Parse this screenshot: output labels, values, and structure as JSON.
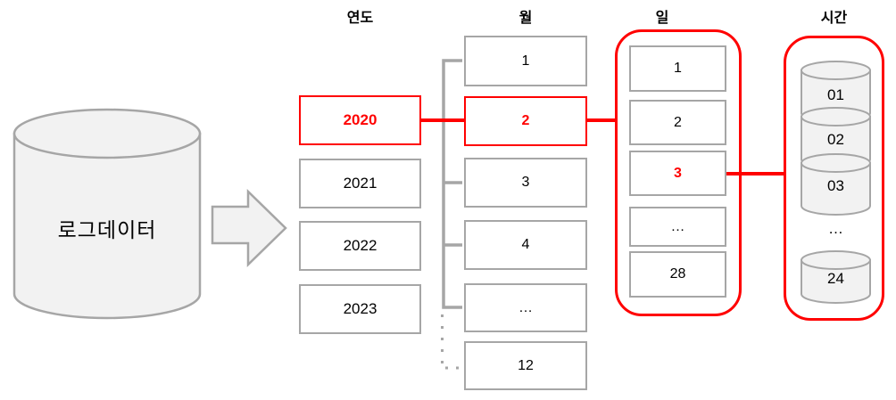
{
  "diagram": {
    "source_label": "로그데이터",
    "columns": [
      {
        "id": "year",
        "header": "연도",
        "items": [
          {
            "label": "2020",
            "highlighted": true
          },
          {
            "label": "2021",
            "highlighted": false
          },
          {
            "label": "2022",
            "highlighted": false
          },
          {
            "label": "2023",
            "highlighted": false
          }
        ]
      },
      {
        "id": "month",
        "header": "월",
        "items": [
          {
            "label": "1",
            "highlighted": false
          },
          {
            "label": "2",
            "highlighted": true
          },
          {
            "label": "3",
            "highlighted": false
          },
          {
            "label": "4",
            "highlighted": false
          },
          {
            "label": "…",
            "highlighted": false
          },
          {
            "label": "12",
            "highlighted": false
          }
        ]
      },
      {
        "id": "day",
        "header": "일",
        "items": [
          {
            "label": "1",
            "highlighted": false
          },
          {
            "label": "2",
            "highlighted": false
          },
          {
            "label": "3",
            "highlighted": true
          },
          {
            "label": "…",
            "highlighted": false
          },
          {
            "label": "28",
            "highlighted": false
          }
        ]
      },
      {
        "id": "hour",
        "header": "시간",
        "items": [
          {
            "label": "01",
            "highlighted": false
          },
          {
            "label": "02",
            "highlighted": false
          },
          {
            "label": "03",
            "highlighted": false
          },
          {
            "label": "…",
            "highlighted": false
          },
          {
            "label": "24",
            "highlighted": false
          }
        ]
      }
    ],
    "selected_path": {
      "year": "2020",
      "month": "2",
      "day": "3"
    },
    "colors": {
      "highlight": "#ff0000",
      "border_gray": "#a6a6a6",
      "shape_fill": "#f2f2f2"
    }
  }
}
